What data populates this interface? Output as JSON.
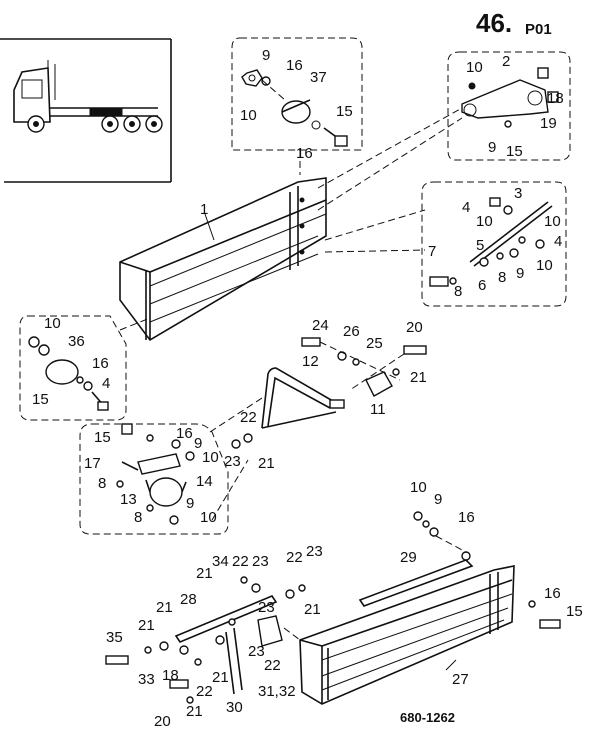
{
  "page": {
    "number": "46.",
    "suffix": "P01",
    "drawing_code": "680-1262"
  },
  "callouts": {
    "inset_top": [
      "9",
      "16",
      "37",
      "10",
      "15",
      "16"
    ],
    "inset_bracket_right": [
      "10",
      "2",
      "18",
      "19",
      "9",
      "15"
    ],
    "inset_rod": [
      "4",
      "3",
      "10",
      "10",
      "4",
      "7",
      "5",
      "9",
      "10",
      "8",
      "6",
      "8"
    ],
    "panel_upper": [
      "1"
    ],
    "inset_left": [
      "10",
      "36",
      "16",
      "4",
      "15"
    ],
    "arm_assembly": [
      "24",
      "26",
      "25",
      "20",
      "12",
      "21",
      "11",
      "22",
      "23",
      "21"
    ],
    "clamp_inset": [
      "15",
      "16",
      "9",
      "10",
      "17",
      "8",
      "14",
      "13",
      "9",
      "8",
      "10"
    ],
    "lower_right": [
      "10",
      "9",
      "16",
      "29",
      "16",
      "15",
      "27"
    ],
    "lower_left": [
      "21",
      "34",
      "22",
      "23",
      "22",
      "23",
      "21",
      "28",
      "21",
      "23",
      "35",
      "21",
      "23",
      "18",
      "22",
      "33",
      "22",
      "21",
      "20",
      "21",
      "30",
      "31,32"
    ]
  }
}
